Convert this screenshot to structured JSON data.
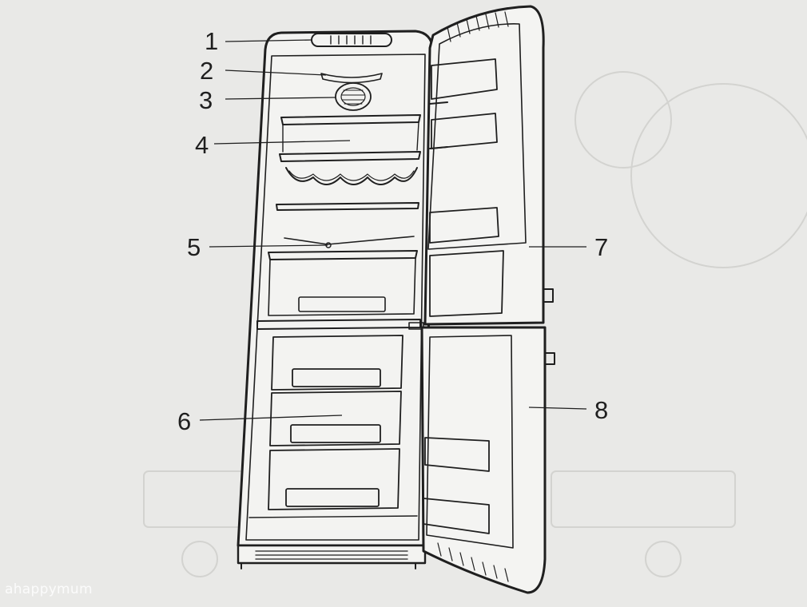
{
  "colors": {
    "paper": "#e9e9e7",
    "ink": "#1f1f1f",
    "faint": "#cfcfcc"
  },
  "callouts": [
    {
      "id": 1,
      "label": "1"
    },
    {
      "id": 2,
      "label": "2"
    },
    {
      "id": 3,
      "label": "3"
    },
    {
      "id": 4,
      "label": "4"
    },
    {
      "id": 5,
      "label": "5"
    },
    {
      "id": 6,
      "label": "6"
    },
    {
      "id": 7,
      "label": "7"
    },
    {
      "id": 8,
      "label": "8"
    }
  ],
  "watermark": "ahappymum"
}
